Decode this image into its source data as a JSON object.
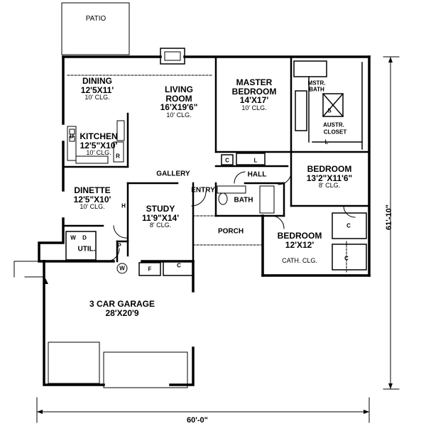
{
  "rooms": {
    "patio": {
      "name": "PATIO"
    },
    "dining": {
      "name": "DINING",
      "size": "12'5X11'",
      "ceiling": "10' CLG."
    },
    "living": {
      "name": "LIVING",
      "name2": "ROOM",
      "size": "16'X19'6\"",
      "ceiling": "10' CLG."
    },
    "master": {
      "name": "MASTER",
      "name2": "BEDROOM",
      "size": "14'X17'",
      "ceiling": "10' CLG."
    },
    "kitchen": {
      "name": "KITCHEN",
      "size": "12'5\"X10'",
      "ceiling": "10' CLG."
    },
    "dinette": {
      "name": "DINETTE",
      "size": "12'5\"X10'",
      "ceiling": "10' CLG."
    },
    "study": {
      "name": "STUDY",
      "size": "11'9\"X14'",
      "ceiling": "8' CLG."
    },
    "bedroom2": {
      "name": "BEDROOM",
      "size": "13'2\"X11'6\"",
      "ceiling": "8' CLG."
    },
    "bedroom3": {
      "name": "BEDROOM",
      "size": "12'X12'",
      "ceiling": "CATH. CLG."
    },
    "garage": {
      "name": "3 CAR GARAGE",
      "size": "28'X20'9"
    }
  },
  "labels": {
    "gallery": "GALLERY",
    "hall": "HALL",
    "entry": "ENTRY",
    "bath": "BATH",
    "porch": "PORCH",
    "mstr_bath_1": "MSTR.",
    "mstr_bath_2": "BATH",
    "austr_closet_1": "AUSTR.",
    "austr_closet_2": "CLOSET",
    "util": "UTIL.",
    "closet": "C",
    "linen": "L",
    "hall_linen": "L",
    "shower": "S",
    "washer": "W",
    "dryer": "D",
    "pantry": "P",
    "dishwasher": "D",
    "refrigerator": "R",
    "hvac": "H",
    "water_heater": "W",
    "furnace": "F"
  },
  "dimensions": {
    "width": "60'-0\"",
    "depth": "61'-10\""
  }
}
